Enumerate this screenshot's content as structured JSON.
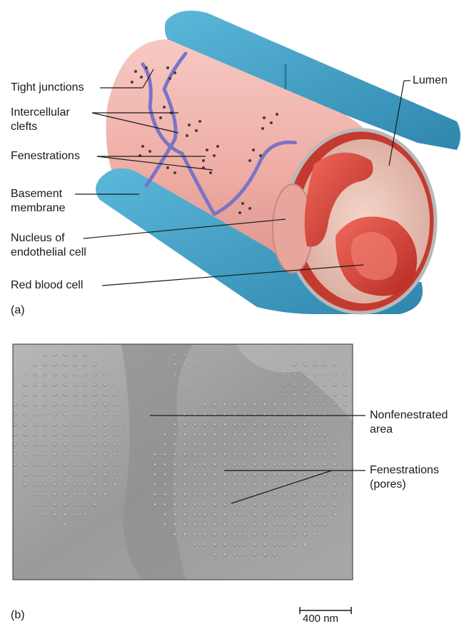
{
  "panel_a": {
    "letter": "(a)",
    "labels": {
      "tight_junctions": "Tight junctions",
      "intercellular_clefts": "Intercellular\nclefts",
      "fenestrations": "Fenestrations",
      "basement_membrane": "Basement\nmembrane",
      "nucleus": "Nucleus of\nendothelial cell",
      "red_blood_cell": "Red blood cell",
      "lumen": "Lumen"
    }
  },
  "panel_b": {
    "letter": "(b)",
    "labels": {
      "nonfenestrated": "Nonfenestrated\narea",
      "fenestrations_pores": "Fenestrations\n(pores)"
    },
    "scale_bar": "400 nm"
  },
  "colors": {
    "vessel_outer": "#3f9fc4",
    "vessel_wall": "#efb3ad",
    "tight_junction": "#7b74c6",
    "rbc": "#d8443a",
    "micrograph_bg": "#a3a3a3"
  }
}
